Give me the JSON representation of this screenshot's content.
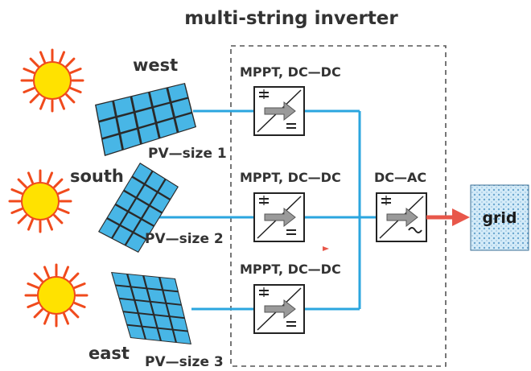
{
  "title": "multi-string inverter",
  "colors": {
    "sun_fill": "#ffe200",
    "sun_ray": "#f04a1c",
    "panel_cell": "#48b6e6",
    "panel_frame": "#2a2a2a",
    "wire": "#2ba6df",
    "arrow": "#e8574a",
    "grid_fill": "#cfe8f6",
    "text": "#333333"
  },
  "strings": [
    {
      "direction": "west",
      "pv_label": "PV—size 1",
      "converter_label": "MPPT, DC—DC",
      "icon": "sun-icon"
    },
    {
      "direction": "south",
      "pv_label": "PV—size 2",
      "converter_label": "MPPT, DC—DC",
      "icon": "sun-icon"
    },
    {
      "direction": "east",
      "pv_label": "PV—size 3",
      "converter_label": "MPPT, DC—DC",
      "icon": "sun-icon"
    }
  ],
  "inverter": {
    "label": "DC—AC"
  },
  "grid": {
    "label": "grid"
  }
}
